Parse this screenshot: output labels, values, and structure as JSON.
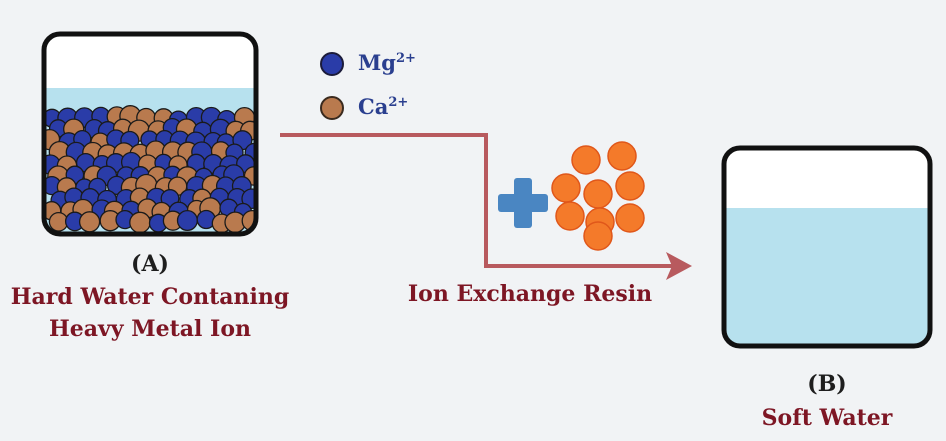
{
  "beaker_a": {
    "letter": "(A)",
    "caption_line1": "Hard Water Contaning",
    "caption_line2": "Heavy Metal Ion"
  },
  "legend": {
    "mg": {
      "symbol": "Mg",
      "charge": "2+"
    },
    "ca": {
      "symbol": "Ca",
      "charge": "2+"
    }
  },
  "process": {
    "label": "Ion Exchange Resin"
  },
  "beaker_b": {
    "letter": "(B)",
    "caption": "Soft Water"
  },
  "colors": {
    "mg_ion": "#2a3ca8",
    "ca_ion": "#b97a4e",
    "resin": "#f47a2a",
    "water": "#b7e1ee",
    "arrow": "#b85a5e",
    "plus": "#4a86c2",
    "caption": "#7d1624"
  }
}
